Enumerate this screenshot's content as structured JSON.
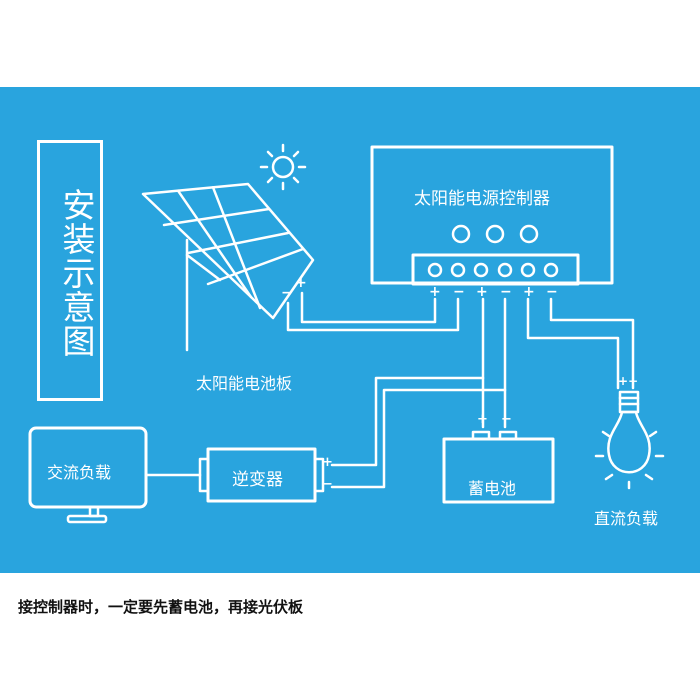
{
  "title": "安装示意图",
  "labels": {
    "solar_panel": "太阳能电池板",
    "controller": "太阳能电源控制器",
    "ac_load": "交流负载",
    "inverter": "逆变器",
    "battery": "蓄电池",
    "dc_load": "直流负载"
  },
  "terminals": {
    "controller": [
      "+",
      "−",
      "+",
      "−",
      "+",
      "−"
    ],
    "panel": [
      "−",
      "+"
    ],
    "battery": [
      "+",
      "−"
    ],
    "inverter": [
      "+",
      "−"
    ],
    "bulb": "+−"
  },
  "footer_note": "接控制器时，一定要先蓄电池，再接光伏板",
  "colors": {
    "background": "#29a4de",
    "line": "#ffffff",
    "footer_text": "#111111"
  },
  "icons": [
    "sun-icon",
    "solar-panel-icon",
    "monitor-icon",
    "bulb-icon"
  ]
}
